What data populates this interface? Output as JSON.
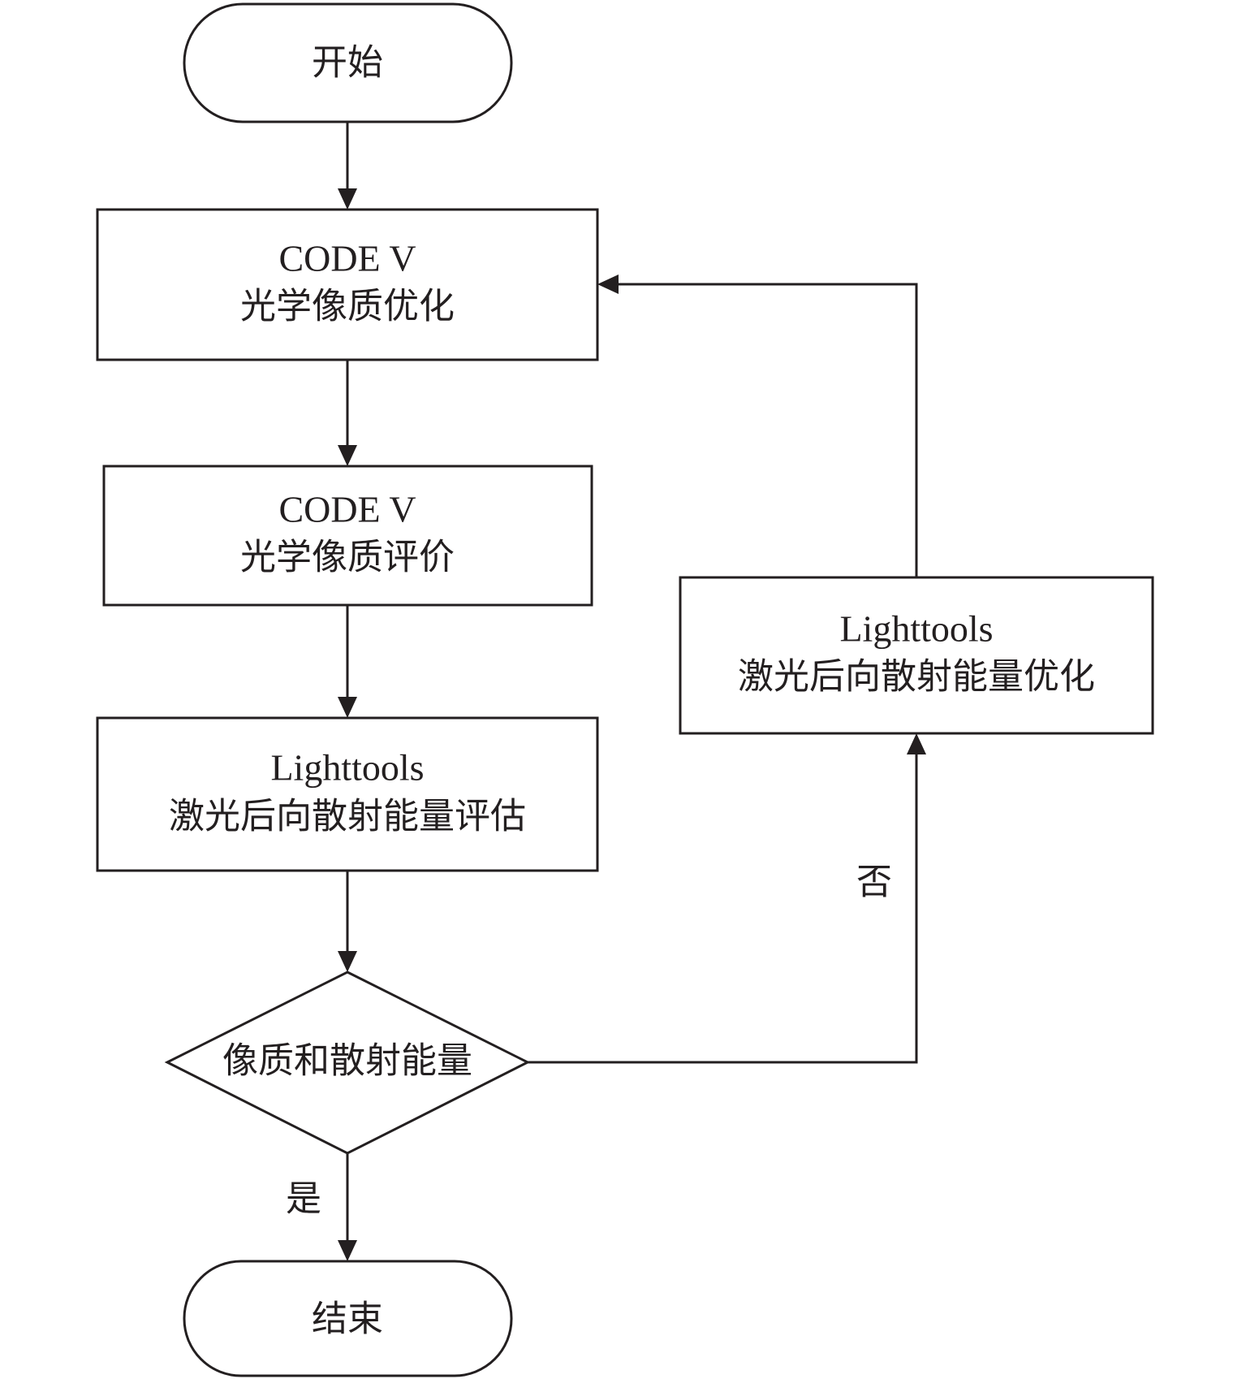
{
  "nodes": {
    "start": {
      "text": "开始"
    },
    "code_v_optimize": {
      "line1": "CODE V",
      "line2": "光学像质优化"
    },
    "code_v_evaluate": {
      "line1": "CODE V",
      "line2": "光学像质评价"
    },
    "lighttools_evaluate": {
      "line1": "Lighttools",
      "line2": "激光后向散射能量评估"
    },
    "decision": {
      "text": "像质和散射能量"
    },
    "lighttools_optimize": {
      "line1": "Lighttools",
      "line2": "激光后向散射能量优化"
    },
    "end": {
      "text": "结束"
    }
  },
  "edges": {
    "yes_label": "是",
    "no_label": "否"
  }
}
